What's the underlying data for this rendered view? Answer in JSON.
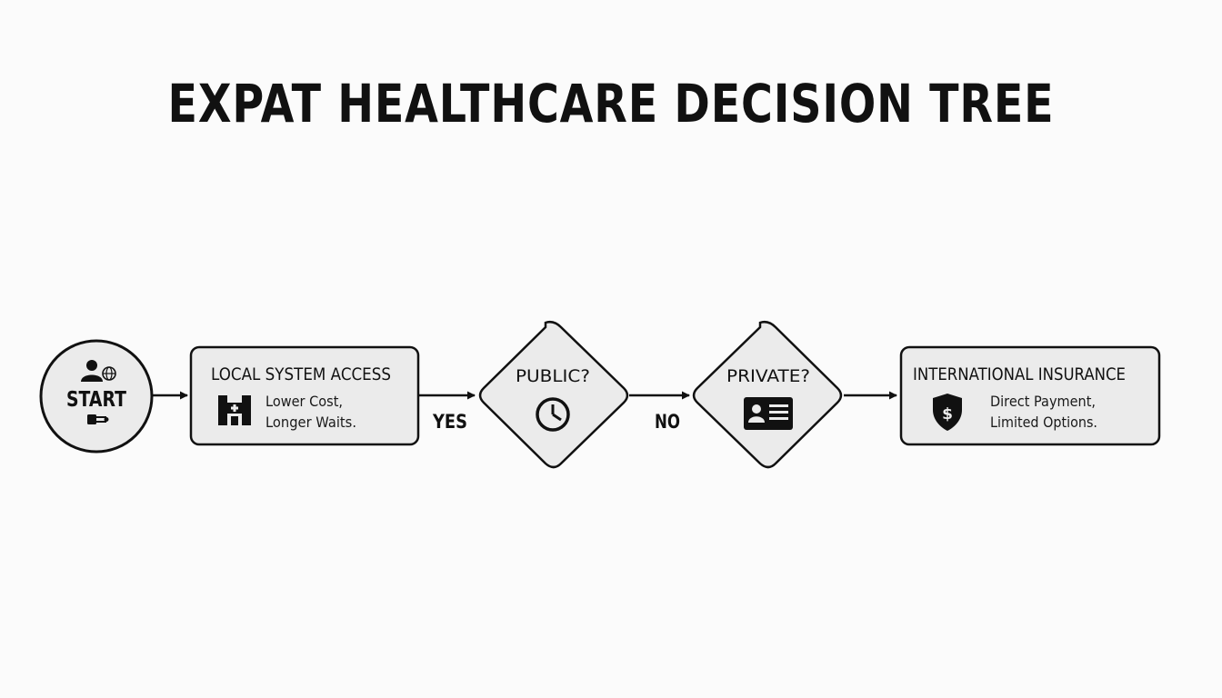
{
  "title": "EXPAT HEALTHCARE DECISION TREE",
  "nodes": {
    "start": {
      "label": "START",
      "icons": [
        "user-globe-icon",
        "plug-icon"
      ]
    },
    "local": {
      "heading": "LOCAL SYSTEM ACCESS",
      "line1": "Lower Cost,",
      "line2": "Longer Waits.",
      "icon": "hospital-icon"
    },
    "public": {
      "question": "PUBLIC?",
      "icon": "clock-icon"
    },
    "private": {
      "question": "PRIVATE?",
      "icon": "id-card-icon"
    },
    "international": {
      "heading": "INTERNATIONAL INSURANCE",
      "line1": "Direct Payment,",
      "line2": "Limited Options.",
      "icon": "dollar-shield-icon"
    }
  },
  "edges": [
    {
      "from": "start",
      "to": "local",
      "label": ""
    },
    {
      "from": "local",
      "to": "public",
      "label": "YES"
    },
    {
      "from": "public",
      "to": "private",
      "label": "NO"
    },
    {
      "from": "private",
      "to": "international",
      "label": ""
    }
  ],
  "colors": {
    "background": "#fbfbfb",
    "node_fill": "#ebebeb",
    "stroke": "#111111"
  }
}
